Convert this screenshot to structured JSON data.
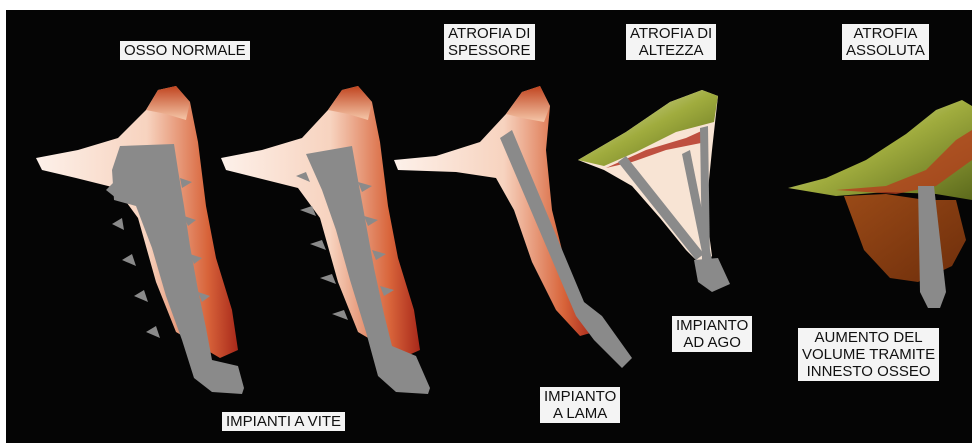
{
  "labels": {
    "normal_bone": "OSSO NORMALE",
    "thickness_atrophy": [
      "ATROFIA  DI",
      "SPESSORE"
    ],
    "height_atrophy": [
      "ATROFIA DI",
      "ALTEZZA"
    ],
    "absolute_atrophy": [
      "ATROFIA",
      "ASSOLUTA"
    ],
    "screw_implants": "IMPIANTI A VITE",
    "blade_implant": [
      "IMPIANTO",
      "A LAMA"
    ],
    "needle_implant": [
      "IMPIANTO",
      "AD AGO"
    ],
    "bone_graft": [
      "AUMENTO DEL",
      "VOLUME TRAMITE",
      "INNESTO OSSEO"
    ]
  },
  "colors": {
    "background": "#050505",
    "bone_core": "#fbe6da",
    "bone_edge": "#c8502a",
    "bone_crest": "#b0301c",
    "implant": "#8a8a8a",
    "graft": "#8a3d12",
    "crest_green": "#9aa840",
    "label_bg": "#f4f4f4"
  }
}
